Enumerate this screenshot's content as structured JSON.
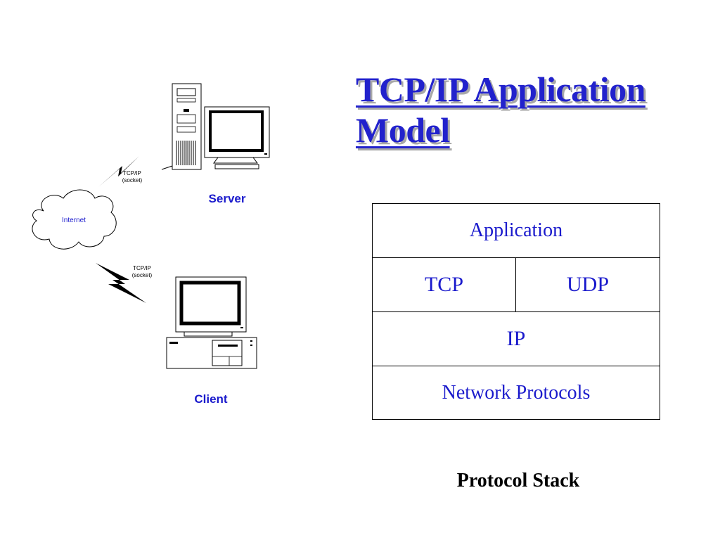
{
  "title": "TCP/IP Application Model",
  "network": {
    "server_label": "Server",
    "client_label": "Client",
    "internet_label": "Internet",
    "link_server": {
      "line1": "TCP/IP",
      "line2": "(socket)"
    },
    "link_client": {
      "line1": "TCP/IP",
      "line2": "(socket)"
    }
  },
  "stack": {
    "layers": [
      "Application",
      "TCP",
      "UDP",
      "IP",
      "Network Protocols"
    ],
    "caption": "Protocol Stack"
  },
  "colors": {
    "accent": "#1a1acc",
    "text": "#000000",
    "shadow": "#a8a8a8"
  }
}
